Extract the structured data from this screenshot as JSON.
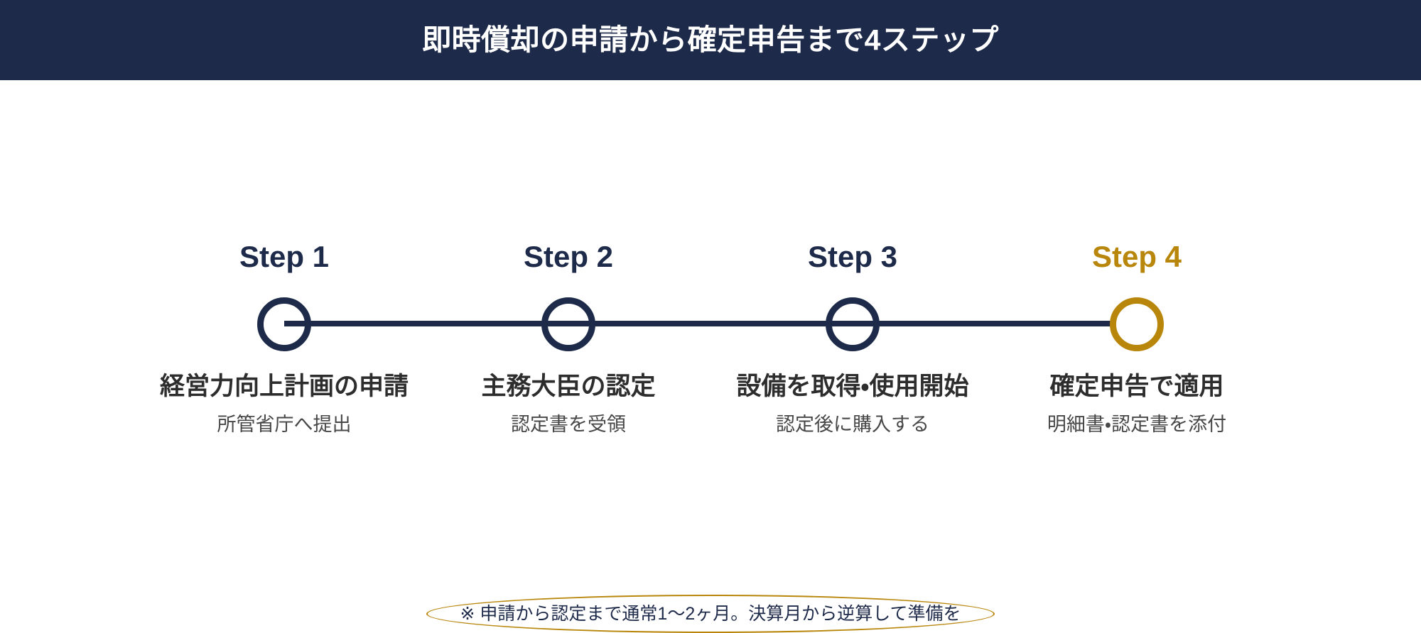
{
  "header": {
    "title": "即時償却の申請から確定申告まで4ステップ",
    "background_color": "#1e2a4a",
    "text_color": "#ffffff"
  },
  "theme": {
    "navy": "#1e2a4a",
    "gold": "#b8860b",
    "title_text": "#2d2d2d",
    "desc_text": "#474747",
    "background": "#ffffff"
  },
  "timeline": {
    "connector_color": "#1e2a4a",
    "steps": [
      {
        "label": "Step 1",
        "title": "経営力向上計画の申請",
        "desc": "所管省庁へ提出",
        "accent": "#1e2a4a",
        "highlighted": false
      },
      {
        "label": "Step 2",
        "title": "主務大臣の認定",
        "desc": "認定書を受領",
        "accent": "#1e2a4a",
        "highlighted": false
      },
      {
        "label": "Step 3",
        "title": "設備を取得・使用開始",
        "desc": "認定後に購入する",
        "accent": "#1e2a4a",
        "highlighted": false
      },
      {
        "label": "Step 4",
        "title": "確定申告で適用",
        "desc": "明細書・認定書を添付",
        "accent": "#b8860b",
        "highlighted": true
      }
    ]
  },
  "footnote": {
    "text": "※ 申請から認定まで通常1〜2ヶ月。決算月から逆算して準備を",
    "border_color": "#b8860b",
    "text_color": "#1e2a4a"
  }
}
